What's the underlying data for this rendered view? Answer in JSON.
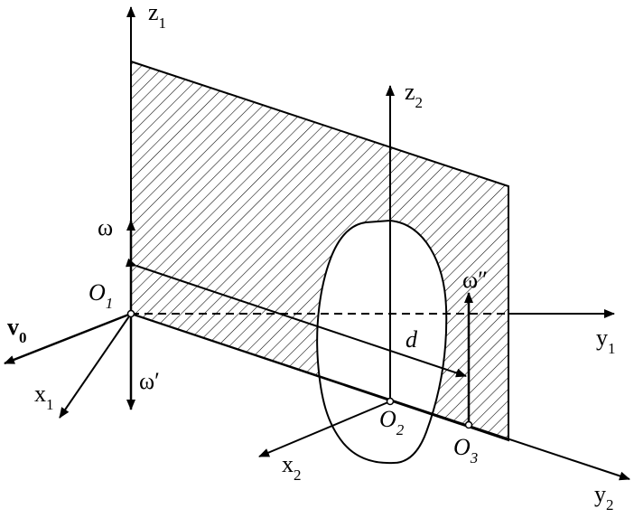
{
  "labels": {
    "z1": {
      "main": "z",
      "sub": "1"
    },
    "z2": {
      "main": "z",
      "sub": "2"
    },
    "y1": {
      "main": "y",
      "sub": "1"
    },
    "y2": {
      "main": "y",
      "sub": "2"
    },
    "x1": {
      "main": "x",
      "sub": "1"
    },
    "x2": {
      "main": "x",
      "sub": "2"
    },
    "v0": {
      "main": "v",
      "sub": "0"
    },
    "O1": {
      "main": "O",
      "sub": "1"
    },
    "O2": {
      "main": "O",
      "sub": "2"
    },
    "O3": {
      "main": "O",
      "sub": "3"
    },
    "omega": "ω",
    "omega_prime": "ω′",
    "omega_double_prime": "ω″",
    "d": "d"
  },
  "colors": {
    "line": "#000000",
    "background": "#ffffff"
  }
}
